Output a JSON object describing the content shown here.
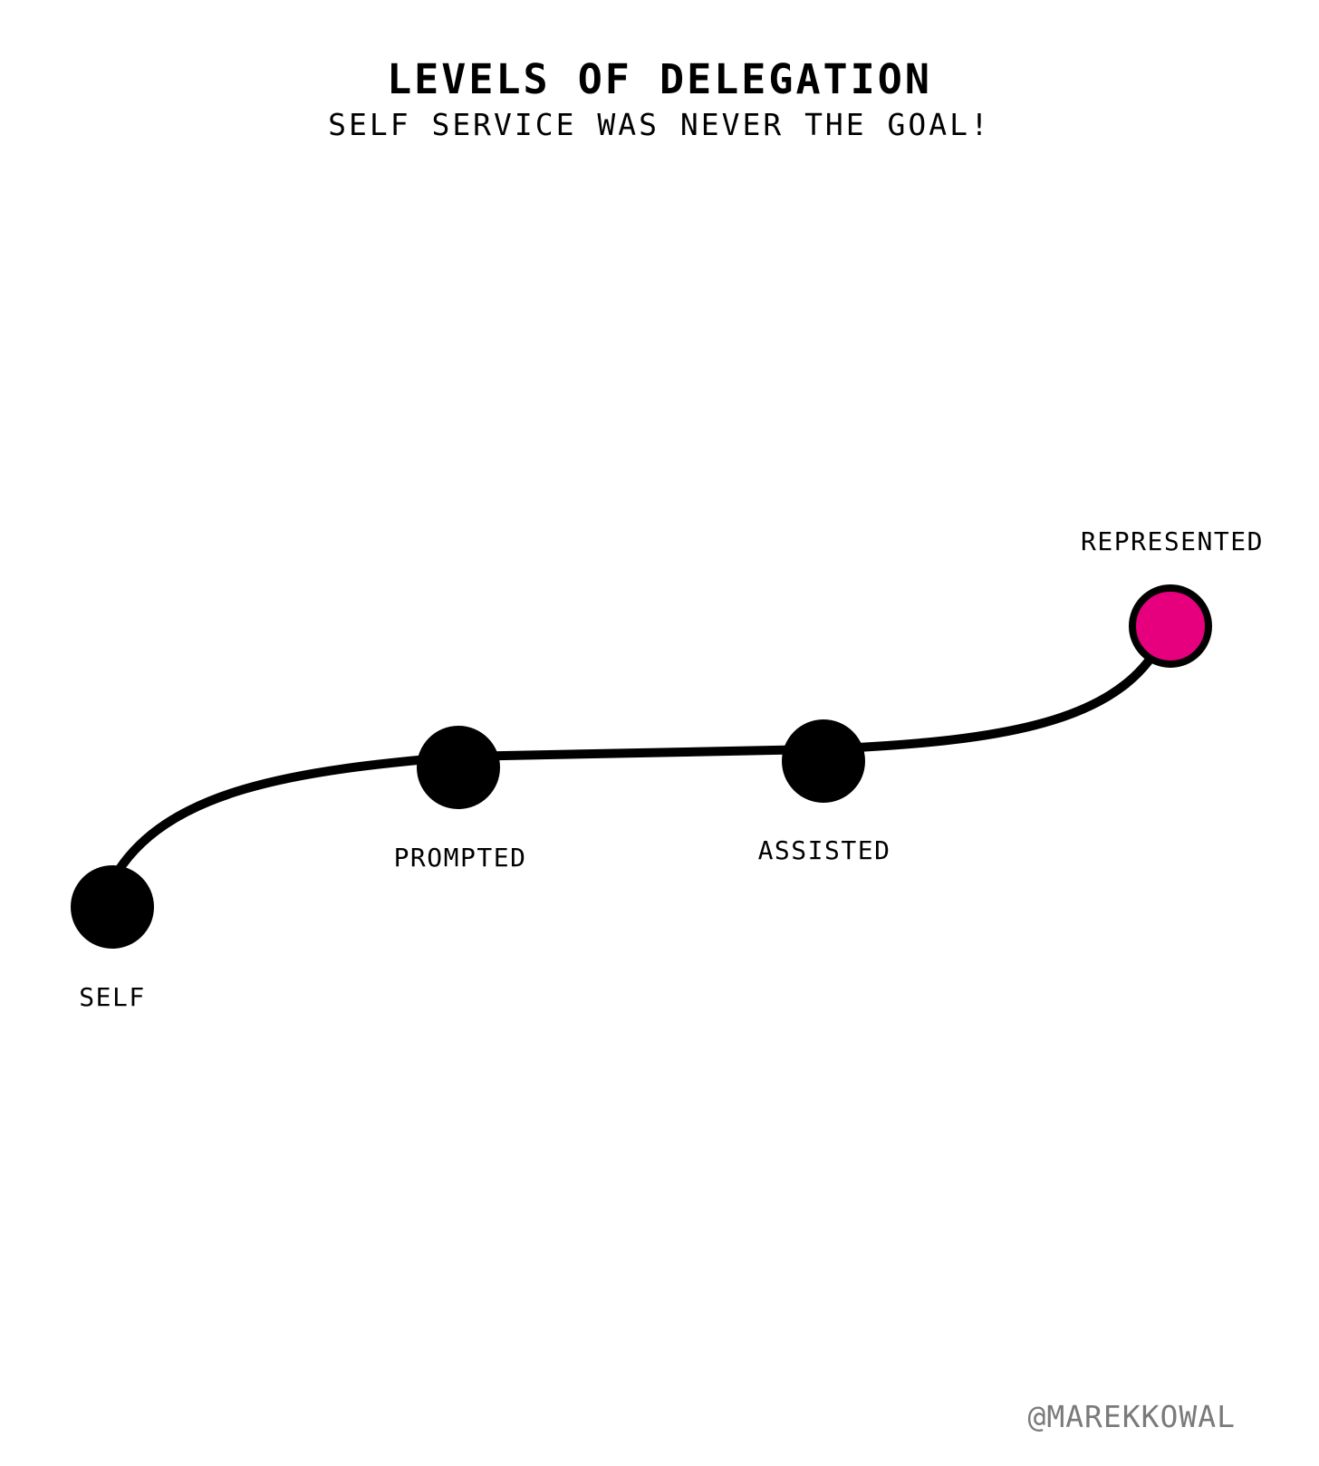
{
  "header": {
    "title": "LEVELS OF DELEGATION",
    "subtitle": "SELF SERVICE WAS NEVER THE GOAL!"
  },
  "levels": [
    {
      "label": "SELF",
      "highlighted": false
    },
    {
      "label": "PROMPTED",
      "highlighted": false
    },
    {
      "label": "ASSISTED",
      "highlighted": false
    },
    {
      "label": "REPRESENTED",
      "highlighted": true
    }
  ],
  "colors": {
    "line": "#000000",
    "node": "#000000",
    "highlight": "#e6007e"
  },
  "footer": {
    "handle": "@MAREKKOWAL"
  }
}
